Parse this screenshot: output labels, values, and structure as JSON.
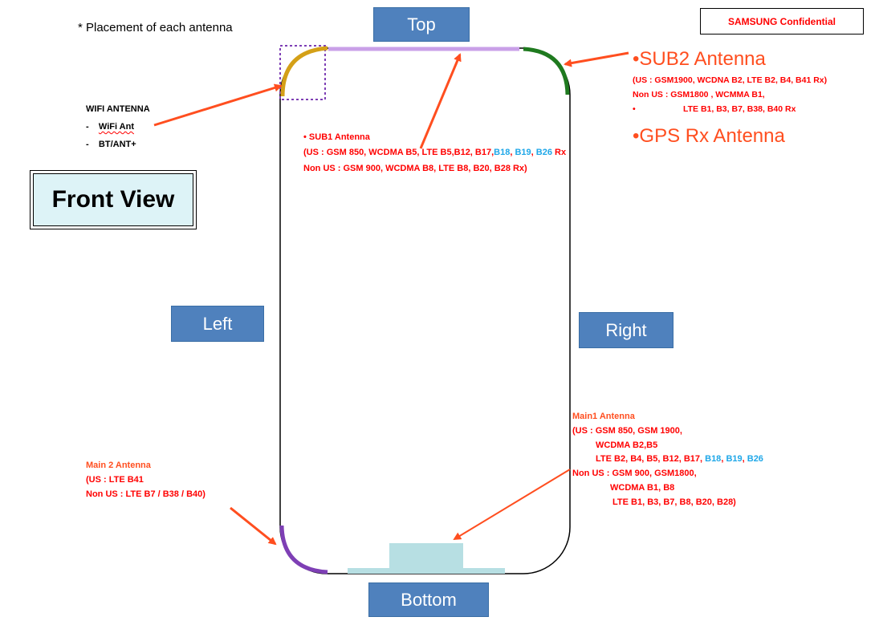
{
  "note": "* Placement of each antenna",
  "confidential": "SAMSUNG Confidential",
  "front_view": "Front View",
  "sides": {
    "top": "Top",
    "left": "Left",
    "right": "Right",
    "bottom": "Bottom"
  },
  "wifi": {
    "title": "WIFI ANTENNA",
    "items": [
      "WiFi Ant",
      "BT/ANT+"
    ],
    "bullet": "-"
  },
  "sub1": {
    "title": "• SUB1 Antenna",
    "line1_prefix": "(US : GSM 850, WCDMA B5, LTE B5,B12, B17,",
    "line1_blue1": "B18",
    "line1_sep1": ", ",
    "line1_blue2": "B19",
    "line1_sep2": ", ",
    "line1_blue3": "B26",
    "line1_suffix": " Rx",
    "line2": "Non US : GSM 900, WCDMA B8, LTE B8, B20, B28 Rx)"
  },
  "sub2": {
    "title": "•SUB2 Antenna",
    "line1": "(US : GSM1900, WCDNA B2, LTE B2, B4, B41 Rx)",
    "line2": "Non US : GSM1800 , WCMMA B1,",
    "line3_bullet": "•",
    "line3": "LTE B1, B3, B7, B38, B40 Rx",
    "gps": "•GPS Rx Antenna"
  },
  "main1": {
    "title": "Main1 Antenna",
    "line1": "(US : GSM 850, GSM 1900,",
    "line2": "WCDMA B2,B5",
    "line3_prefix": "LTE B2, B4, B5, B12, B17, ",
    "line3_blue1": "B18",
    "line3_sep1": ", ",
    "line3_blue2": "B19",
    "line3_sep2": ", ",
    "line3_blue3": "B26",
    "line4": "Non US : GSM 900, GSM1800,",
    "line5": "WCDMA B1, B8",
    "line6": "LTE B1, B3, B7, B8, B20, B28)"
  },
  "main2": {
    "title": "Main 2 Antenna",
    "line1": "(US : LTE B41",
    "line2": "Non US : LTE B7 / B38 / B40)"
  },
  "colors": {
    "arrow": "#ff4e1f",
    "wifi_arc": "#d4a017",
    "sub1_bar": "#c9a0e8",
    "sub2_arc": "#1f7a1f",
    "main2_arc": "#7e3fb5",
    "bottom_block": "#b7dfe3",
    "side_box": "#4f81bd"
  }
}
